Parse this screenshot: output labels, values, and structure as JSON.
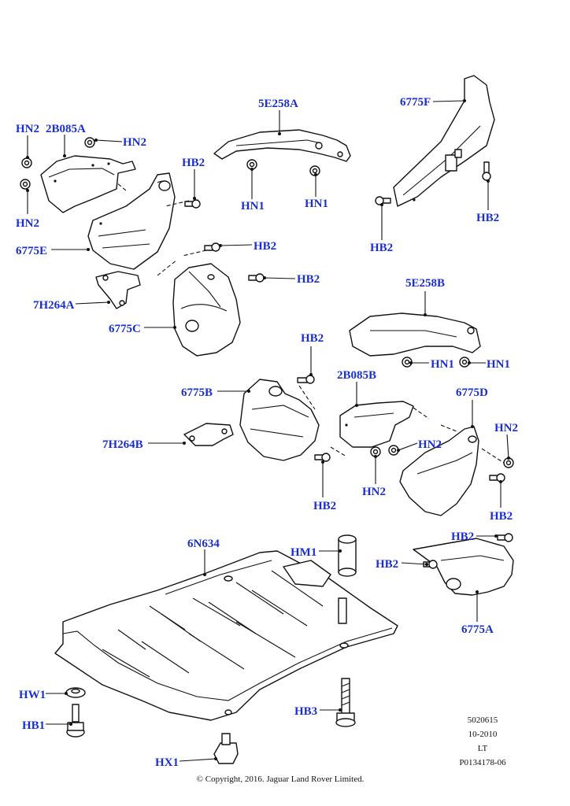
{
  "labels": {
    "hn2_a": "HN2",
    "b2b085a": "2B085A",
    "hn2_b": "HN2",
    "hn2_c": "HN2",
    "b6775e": "6775E",
    "b7h264a": "7H264A",
    "b6775c": "6775C",
    "hb2_a": "HB2",
    "hb2_b": "HB2",
    "hb2_c": "HB2",
    "b5e258a": "5E258A",
    "hn1_a": "HN1",
    "hn1_b": "HN1",
    "b6775f": "6775F",
    "hb2_d": "HB2",
    "hb2_e": "HB2",
    "b5e258b": "5E258B",
    "hn1_c": "HN1",
    "hn1_d": "HN1",
    "hb2_f": "HB2",
    "b6775b": "6775B",
    "b2b085b": "2B085B",
    "b6775d": "6775D",
    "b7h264b": "7H264B",
    "hn2_d": "HN2",
    "hn2_e": "HN2",
    "hn2_f": "HN2",
    "hb2_g": "HB2",
    "hb2_h": "HB2",
    "b6n634": "6N634",
    "hm1": "HM1",
    "hb2_i": "HB2",
    "hb2_j": "HB2",
    "b6775a": "6775A",
    "hw1": "HW1",
    "hb1": "HB1",
    "hb3": "HB3",
    "hx1": "HX1"
  },
  "info": {
    "ref": "5020615",
    "date": "10-2010",
    "code": "LT",
    "part_no": "P0134178-06"
  },
  "copyright": "© Copyright, 2016. Jaguar Land Rover Limited.",
  "colors": {
    "label": "#1a2fd0",
    "line": "#111111"
  }
}
